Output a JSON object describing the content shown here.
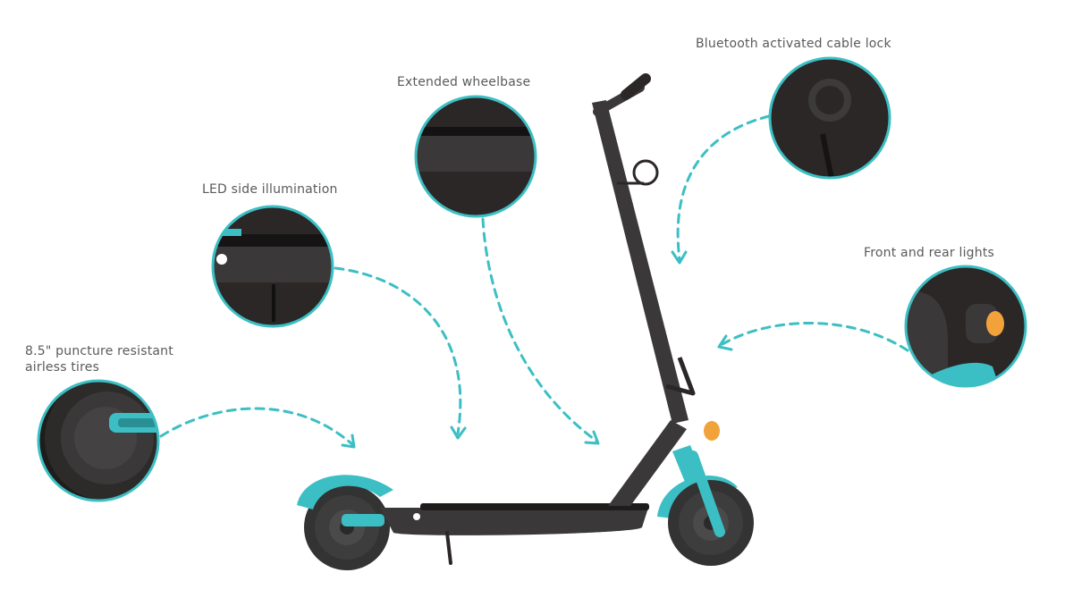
{
  "callouts": {
    "cable_lock": "Bluetooth activated cable lock",
    "wheelbase": "Extended wheelbase",
    "led": "LED side illumination",
    "lights": "Front and rear lights",
    "tires_line1": "8.5\" puncture resistant",
    "tires_line2": "airless tires"
  },
  "colors": {
    "accent": "#3cbfc4",
    "dark": "#2b2726",
    "body": "#3a3838",
    "tire": "#333333",
    "label": "#5a5a5a",
    "light_amber": "#f2a23a"
  }
}
